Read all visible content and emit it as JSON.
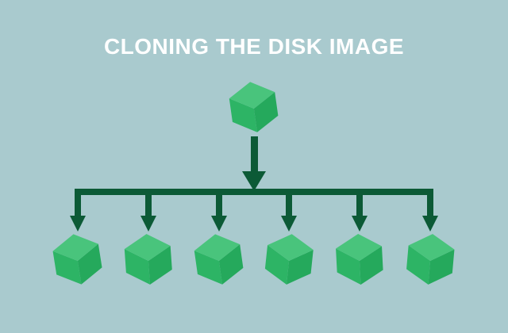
{
  "title": "CLONING THE DISK IMAGE",
  "diagram": {
    "type": "fan-out-flow",
    "source_node": "disk-image-cube",
    "clone_count": 6
  },
  "colors": {
    "background": "#a9cace",
    "title": "#ffffff",
    "arrow": "#0c5a36",
    "cube_top": "#49c47c",
    "cube_left": "#2db465",
    "cube_right": "#25a95c"
  }
}
